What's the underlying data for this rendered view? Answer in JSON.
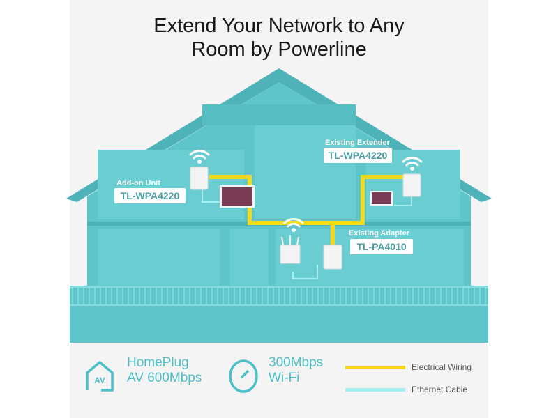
{
  "title": {
    "line1": "Extend Your Network to Any",
    "line2": "Room by Powerline"
  },
  "callouts": {
    "addon": {
      "caption": "Add-on Unit",
      "model": "TL-WPA4220"
    },
    "extender": {
      "caption": "Existing Extender",
      "model": "TL-WPA4220"
    },
    "adapter": {
      "caption": "Existing Adapter",
      "model": "TL-PA4010"
    }
  },
  "features": [
    {
      "icon": "homeplug-av-icon",
      "badge": "AV",
      "line1": "HomePlug",
      "line2": "AV 600Mbps"
    },
    {
      "icon": "speedometer-icon",
      "line1": "300Mbps",
      "line2": "Wi-Fi"
    }
  ],
  "legend": [
    {
      "label": "Electrical Wiring",
      "color": "#f3d91a"
    },
    {
      "label": "Ethernet Cable",
      "color": "#a6eef0"
    }
  ],
  "colors": {
    "teal": "#5ec6cb",
    "teal_dark": "#4db3b9",
    "accent": "#4dbfc6"
  }
}
